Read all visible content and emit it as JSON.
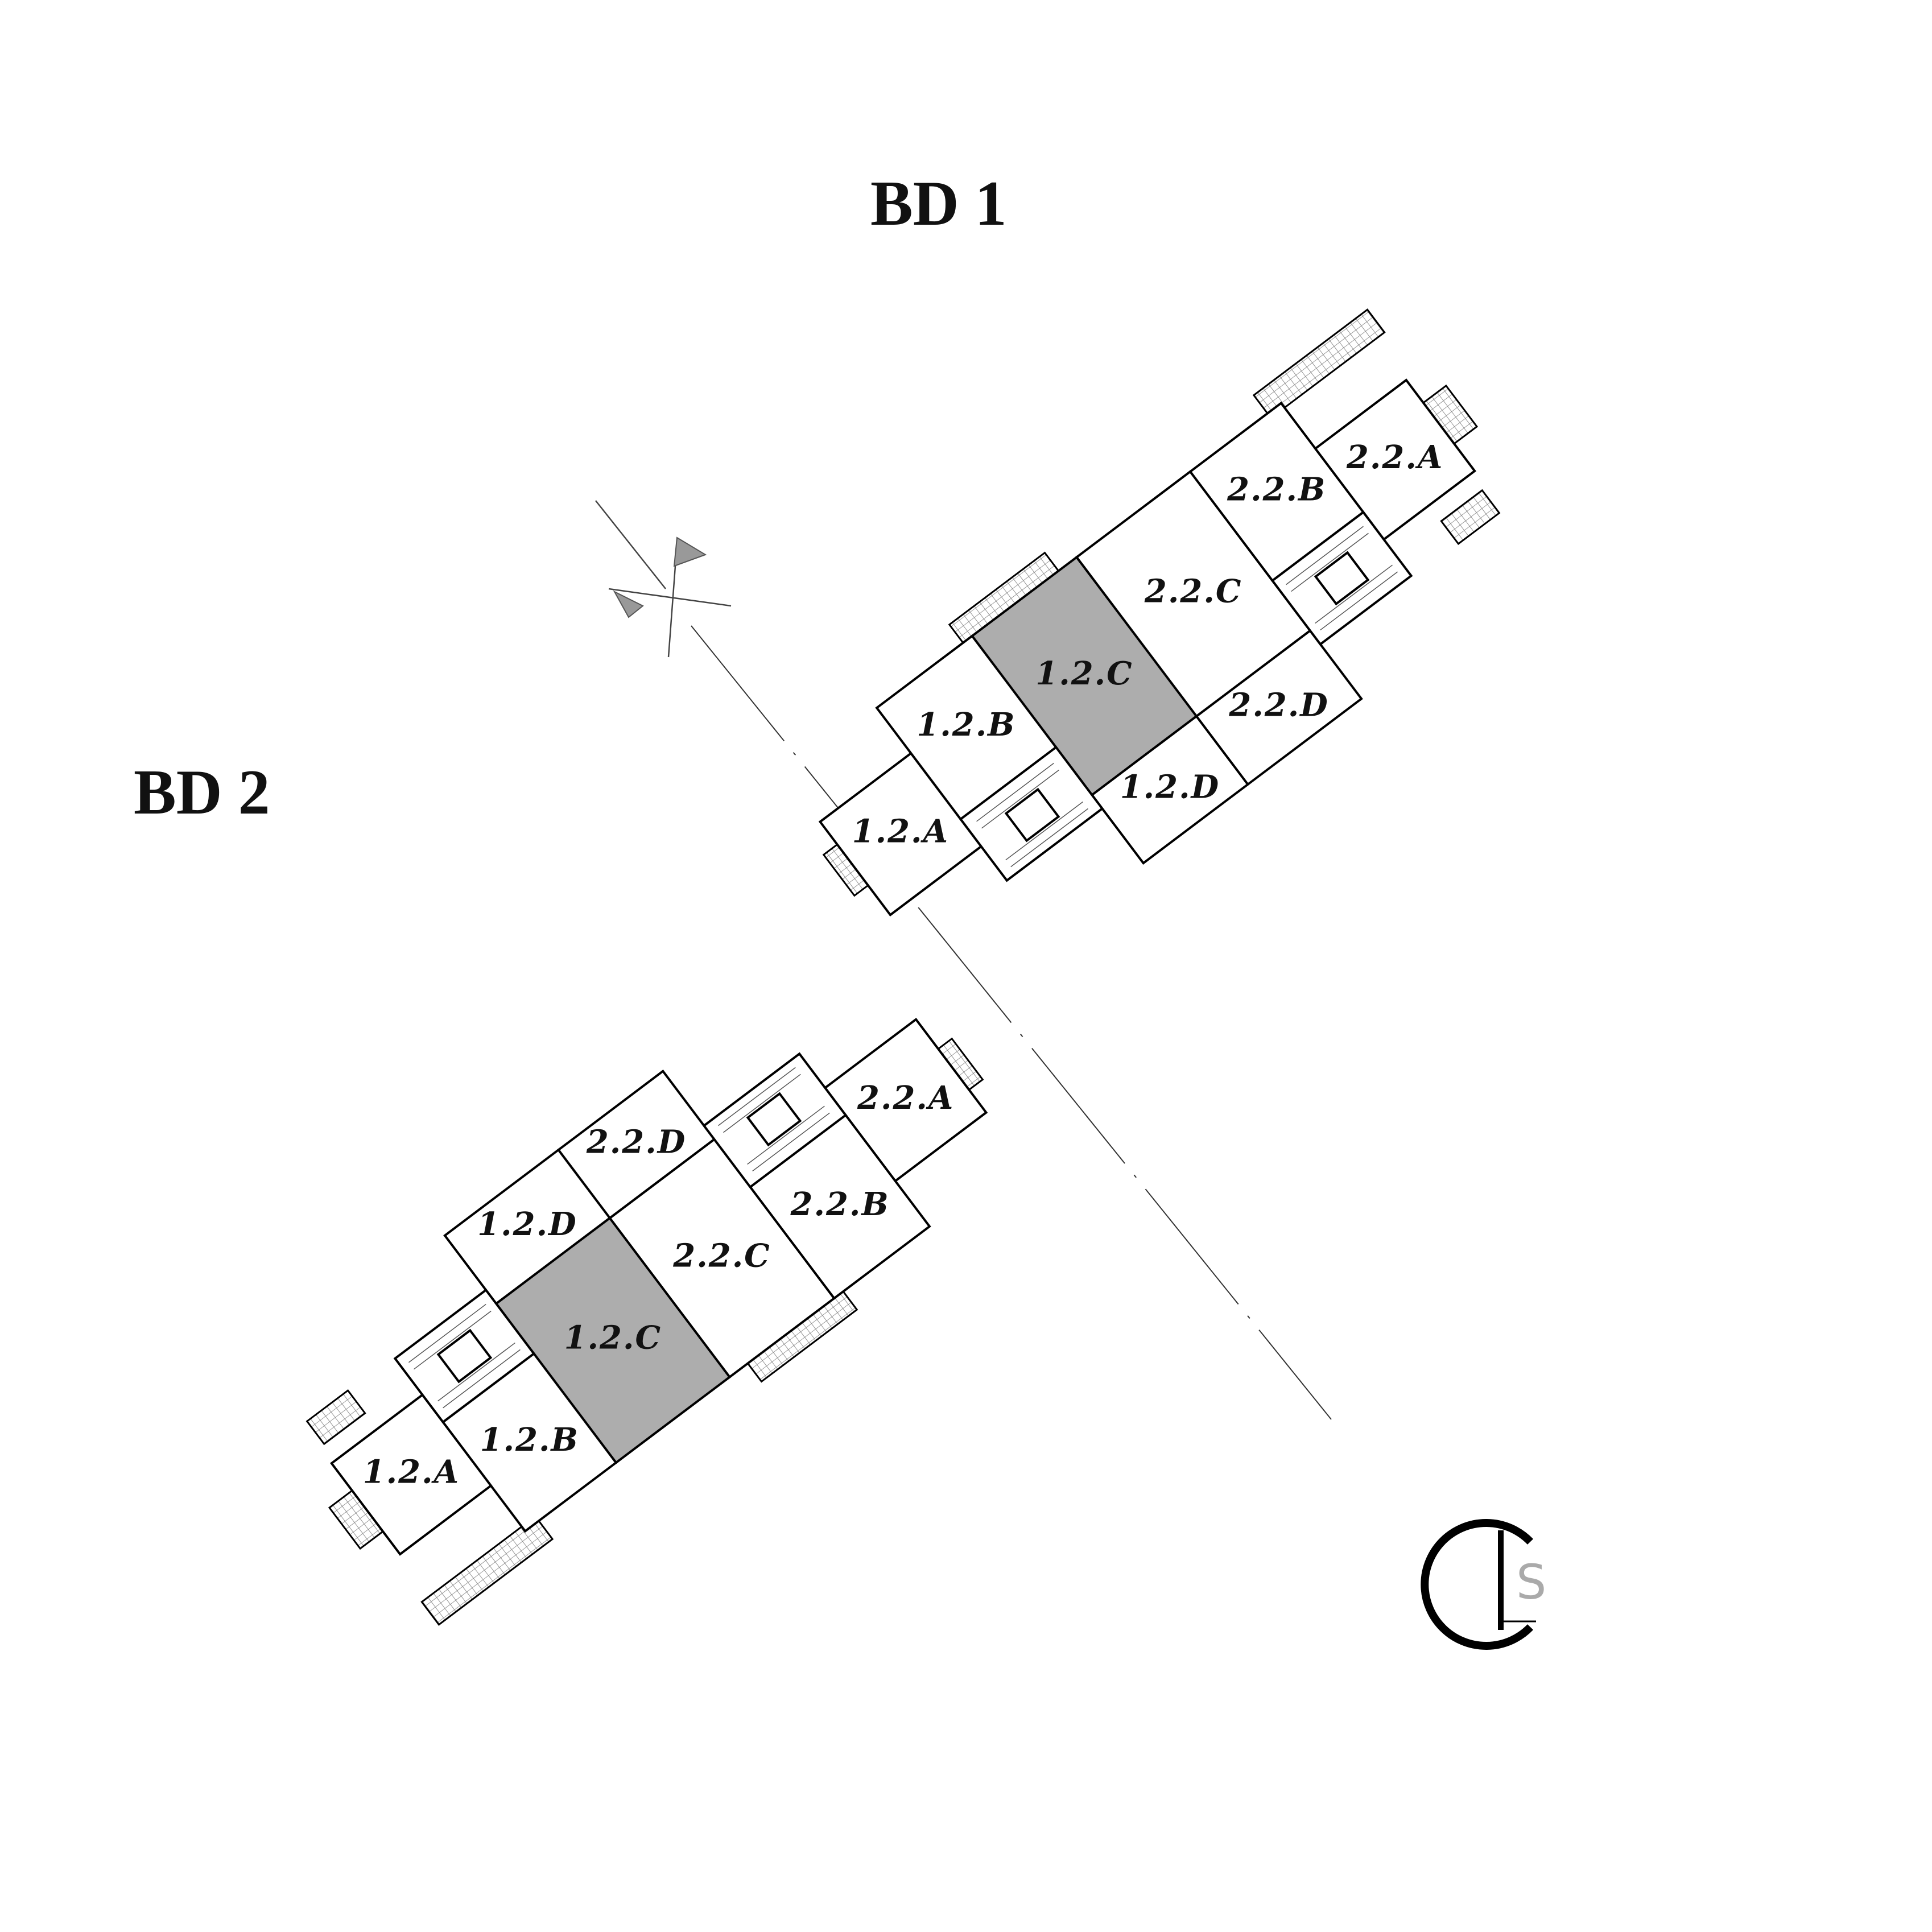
{
  "buildings": [
    {
      "id": "bd1",
      "title": "BD 1",
      "units": [
        {
          "label": "1.2.A",
          "selected": false
        },
        {
          "label": "1.2.B",
          "selected": false
        },
        {
          "label": "1.2.C",
          "selected": true
        },
        {
          "label": "1.2.D",
          "selected": false
        },
        {
          "label": "2.2.A",
          "selected": false
        },
        {
          "label": "2.2.B",
          "selected": false
        },
        {
          "label": "2.2.C",
          "selected": false
        },
        {
          "label": "2.2.D",
          "selected": false
        }
      ]
    },
    {
      "id": "bd2",
      "title": "BD 2",
      "units": [
        {
          "label": "1.2.A",
          "selected": false
        },
        {
          "label": "1.2.B",
          "selected": false
        },
        {
          "label": "1.2.C",
          "selected": true
        },
        {
          "label": "1.2.D",
          "selected": false
        },
        {
          "label": "2.2.A",
          "selected": false
        },
        {
          "label": "2.2.B",
          "selected": false
        },
        {
          "label": "2.2.C",
          "selected": false
        },
        {
          "label": "2.2.D",
          "selected": false
        }
      ]
    }
  ],
  "colors": {
    "selected_unit": "#adadad",
    "unit_fill": "#ffffff",
    "outline": "#000000",
    "balcony_hatch": "#7a7a7a"
  },
  "logo": {
    "letter": "S"
  },
  "icons": [
    "north-arrow-icon",
    "logo-icon",
    "stair-icon",
    "balcony-hatch"
  ]
}
